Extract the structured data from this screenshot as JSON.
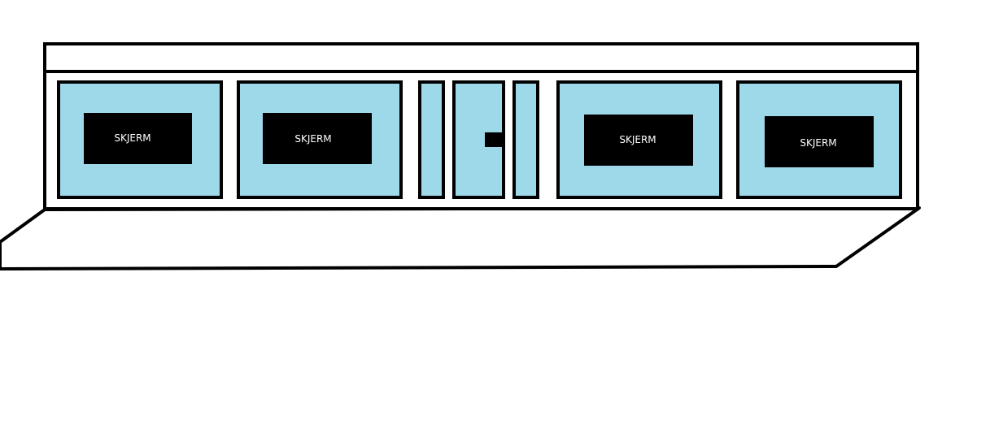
{
  "colors": {
    "background": "#ffffff",
    "panel_fill": "#9ed9ea",
    "screen_fill": "#000000",
    "outline": "#000000",
    "label_text": "#ffffff"
  },
  "screens": [
    {
      "label": "SKJERM"
    },
    {
      "label": "SKJERM"
    },
    {
      "label": "SKJERM"
    },
    {
      "label": "SKJERM"
    }
  ],
  "door": {
    "has_handle": true
  }
}
